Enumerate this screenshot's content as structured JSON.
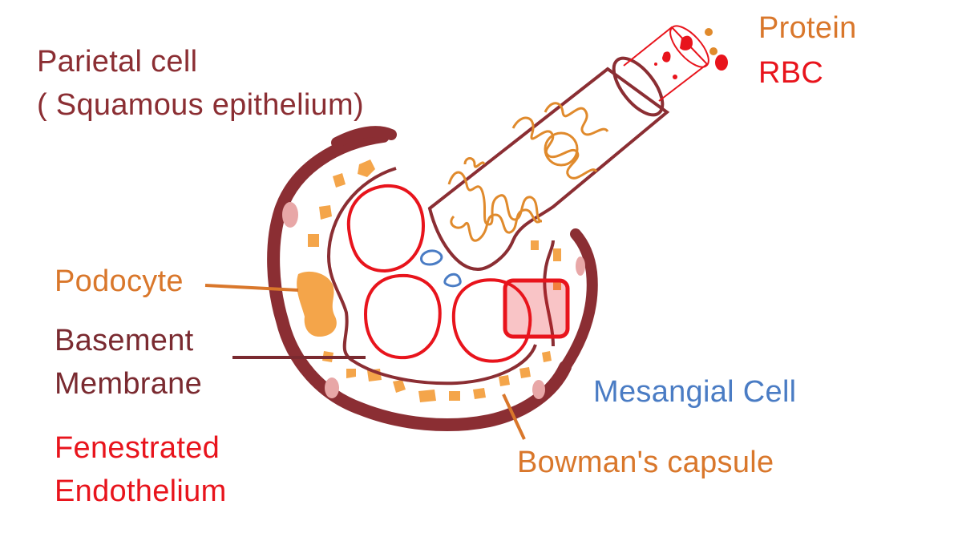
{
  "labels": {
    "parietal": {
      "line1": "Parietal cell",
      "line2": "( Squamous epithelium)"
    },
    "podocyte": "Podocyte",
    "basement": {
      "line1": "Basement",
      "line2": "Membrane"
    },
    "fenestrated": {
      "line1": "Fenestrated",
      "line2": "Endothelium"
    },
    "mesangial": "Mesangial Cell",
    "bowman": "Bowman's capsule",
    "protein": "Protein",
    "rbc": "RBC"
  },
  "colors": {
    "parietal": "#8b2e33",
    "podocyte": "#d9772b",
    "basement": "#7a2a30",
    "endothelium": "#e8141c",
    "mesangial": "#4a7cc4",
    "bowman": "#d9772b",
    "protein": "#d9772b",
    "rbc": "#e8141c"
  }
}
